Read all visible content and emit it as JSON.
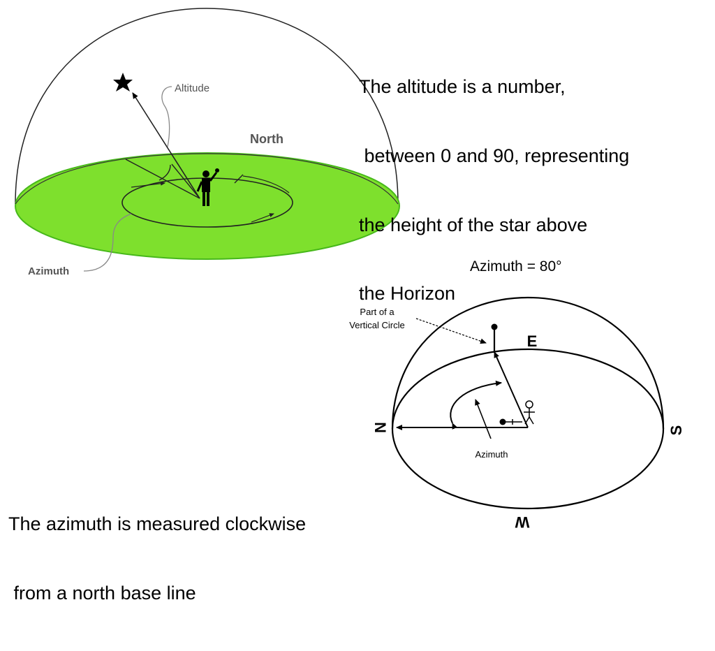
{
  "altitude_description": {
    "lines": [
      "The altitude is a number,",
      " between 0 and 90, representing",
      "the height of the star above",
      "the Horizon"
    ]
  },
  "azimuth_description": {
    "lines": [
      "The azimuth is measured clockwise",
      " from a north base line"
    ]
  },
  "top_figure": {
    "altitude_label": "Altitude",
    "north_label": "North",
    "azimuth_label": "Azimuth",
    "horizon_color": "#7ee02d",
    "horizon_edge_color": "#47b81a"
  },
  "bottom_figure": {
    "heading": "Azimuth = 80°",
    "vertical_circle_label_line1": "Part of a",
    "vertical_circle_label_line2": "Vertical Circle",
    "azimuth_label": "Azimuth",
    "compass_e": "E",
    "compass_n": "N",
    "compass_s": "S",
    "compass_w": "W"
  }
}
